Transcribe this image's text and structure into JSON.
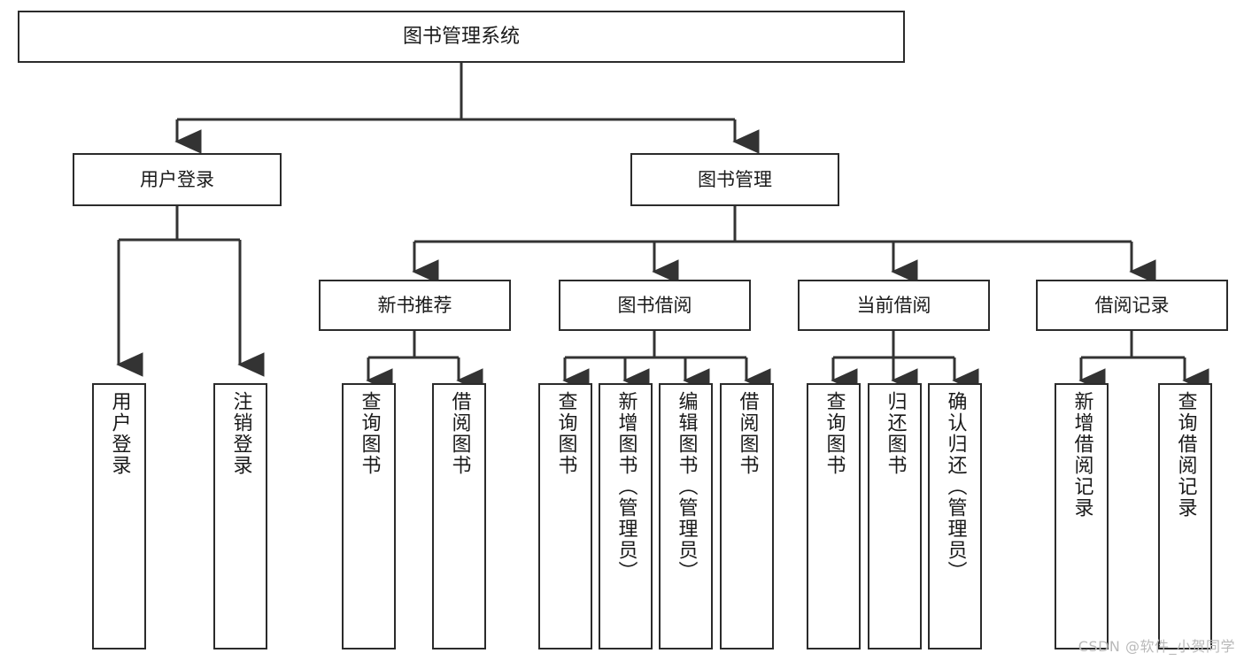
{
  "diagram": {
    "type": "tree-hierarchy",
    "title": "图书管理系统",
    "watermark": "CSDN @软件_小贺同学",
    "colors": {
      "background": "#ffffff",
      "node_border": "#2b2b2b",
      "node_fill": "#ffffff",
      "edge": "#333333",
      "text": "#1a1a1a",
      "watermark": "#b9b9b9"
    },
    "root": {
      "label": "图书管理系统"
    },
    "level1": [
      {
        "label": "用户登录"
      },
      {
        "label": "图书管理"
      }
    ],
    "level2": [
      {
        "label": "新书推荐"
      },
      {
        "label": "图书借阅"
      },
      {
        "label": "当前借阅"
      },
      {
        "label": "借阅记录"
      }
    ],
    "leaves": {
      "user_login": [
        {
          "label": "用户登录"
        },
        {
          "label": "注销登录"
        }
      ],
      "new_book_recommend": [
        {
          "label": "查询图书"
        },
        {
          "label": "借阅图书"
        }
      ],
      "book_borrow": [
        {
          "label": "查询图书"
        },
        {
          "label": "新增图书（管理员）"
        },
        {
          "label": "编辑图书（管理员）"
        },
        {
          "label": "借阅图书"
        }
      ],
      "current_borrow": [
        {
          "label": "查询图书"
        },
        {
          "label": "归还图书"
        },
        {
          "label": "确认归还（管理员）"
        }
      ],
      "borrow_record": [
        {
          "label": "新增借阅记录"
        },
        {
          "label": "查询借阅记录"
        }
      ]
    }
  }
}
